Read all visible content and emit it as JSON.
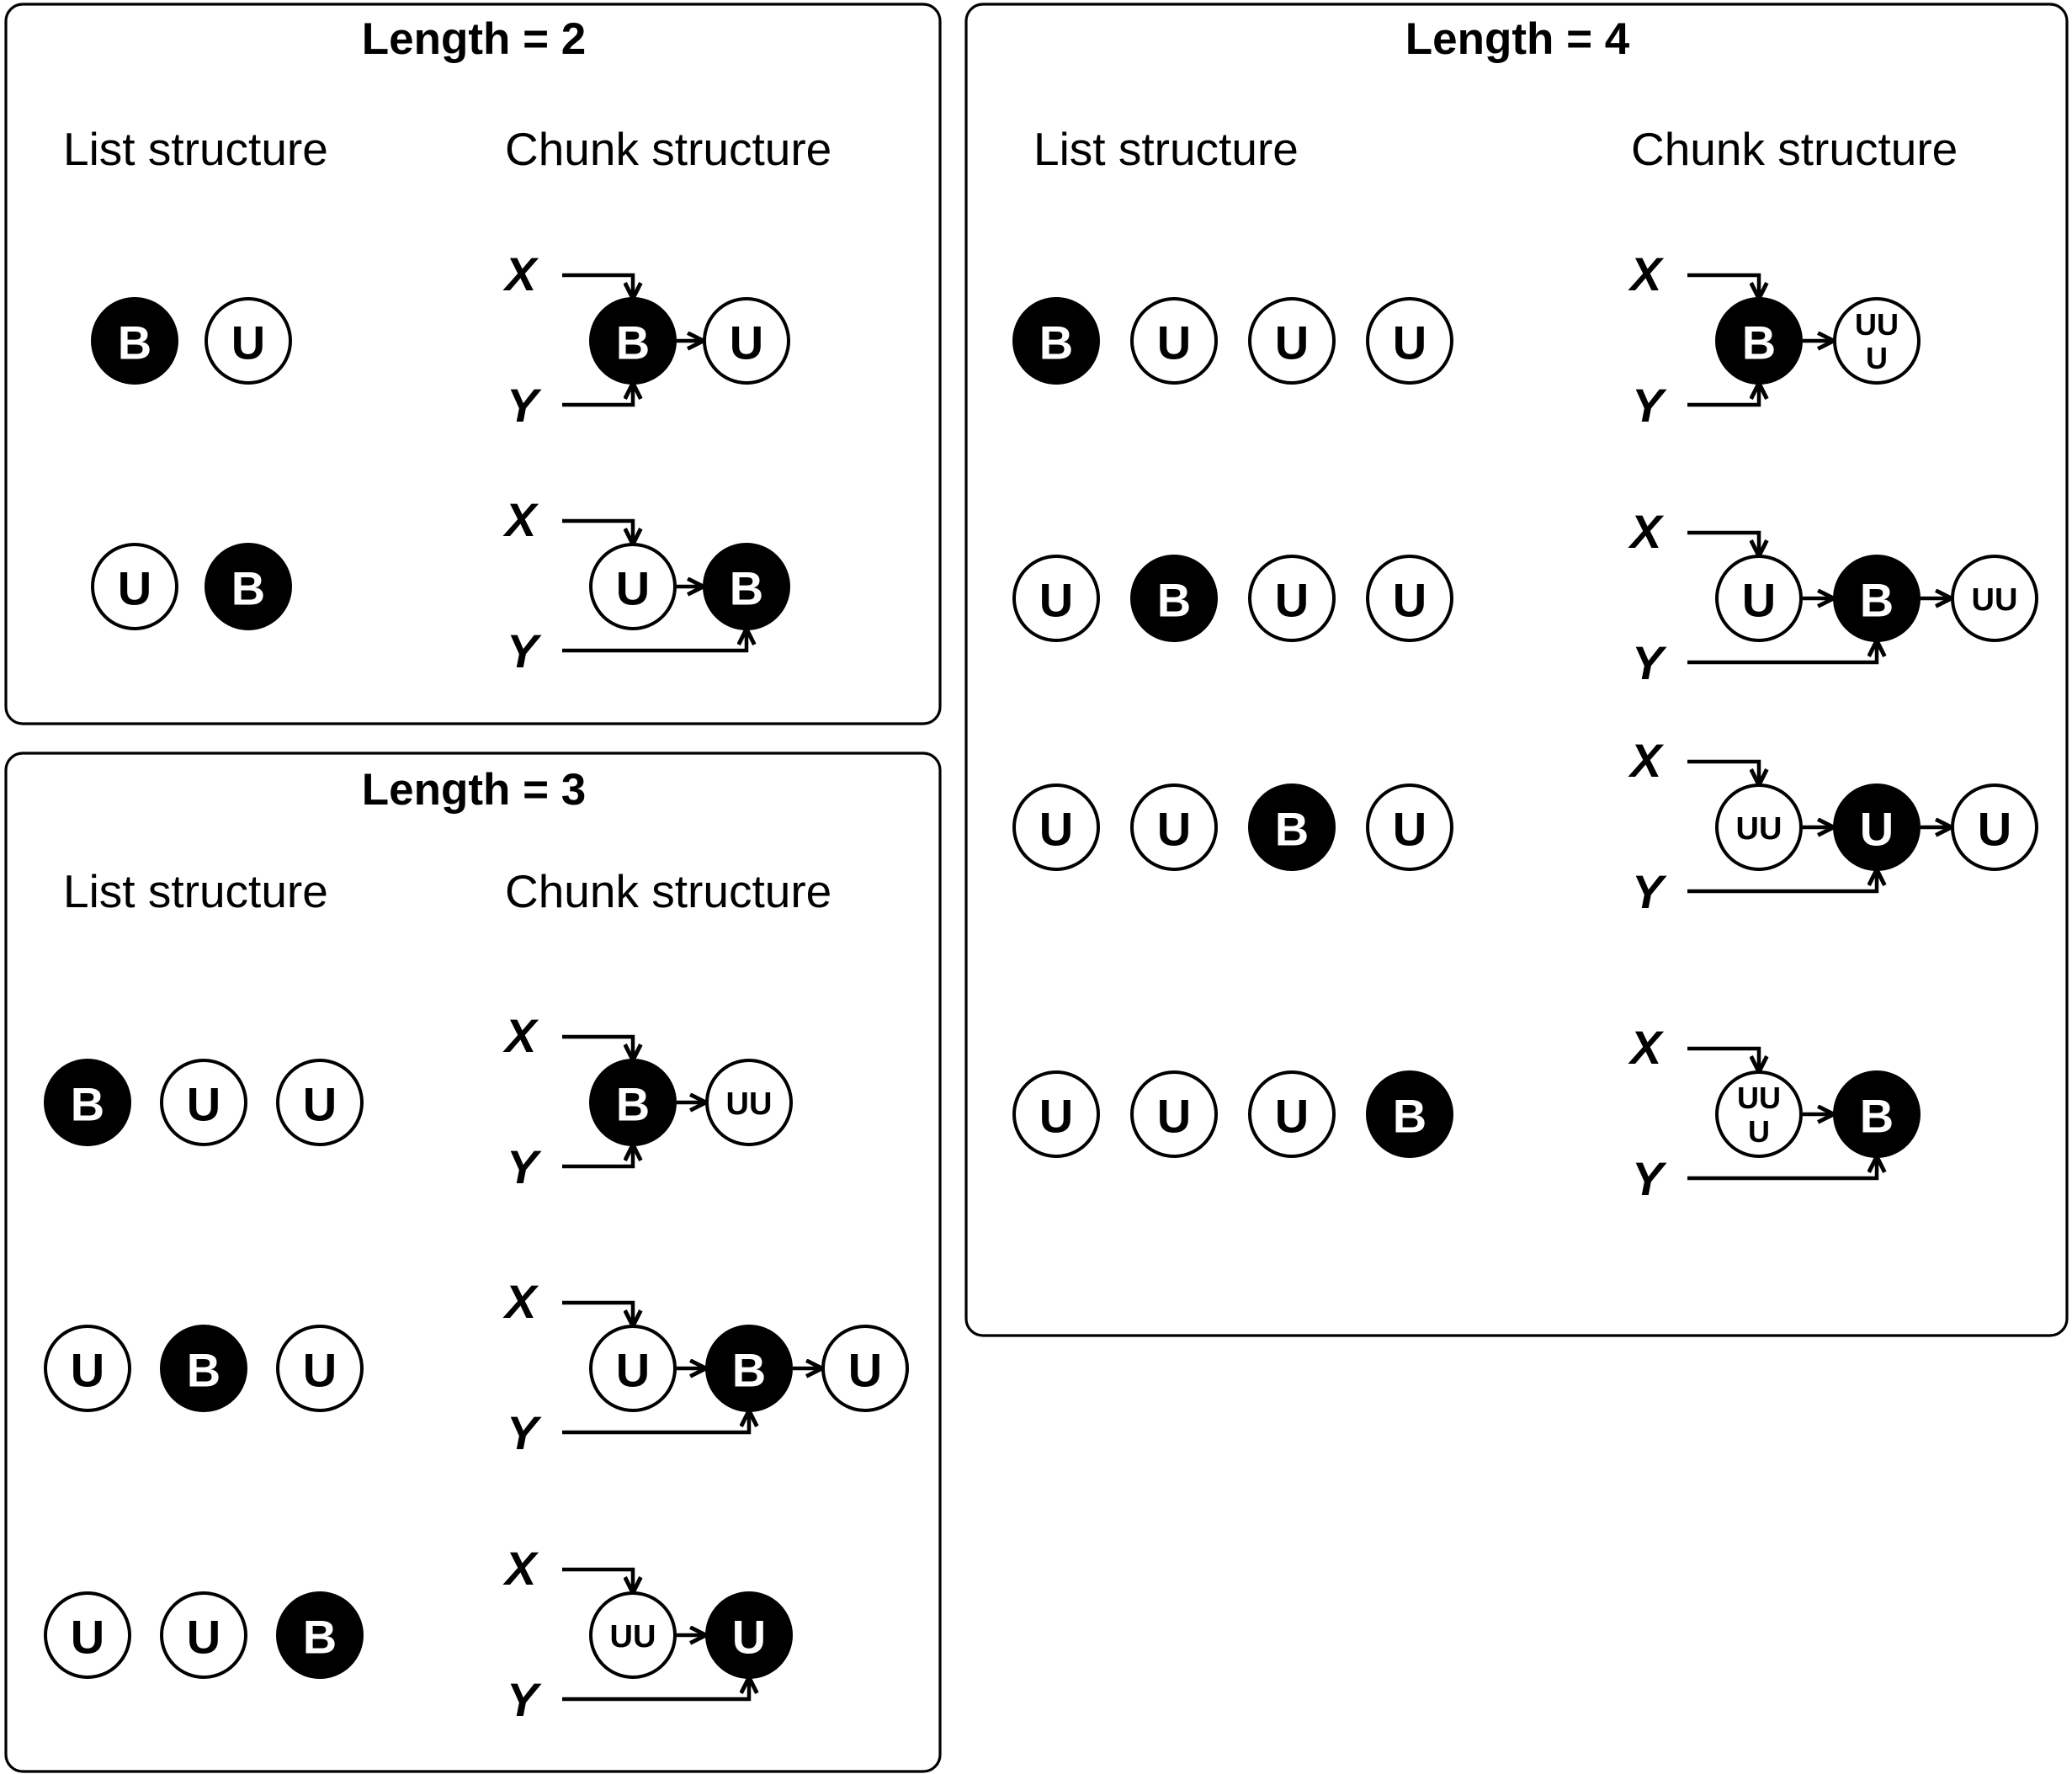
{
  "labels": {
    "list_structure": "List structure",
    "chunk_structure": "Chunk structure",
    "x": "X",
    "y": "Y"
  },
  "panels": [
    {
      "title": "Length = 2",
      "rows": [
        {
          "list": [
            "B",
            "U"
          ],
          "chunk": {
            "nodes": [
              {
                "t": "B",
                "type": "b"
              },
              {
                "t": "U",
                "type": "u"
              }
            ],
            "x_to": 0,
            "y_to": 0
          }
        },
        {
          "list": [
            "U",
            "B"
          ],
          "chunk": {
            "nodes": [
              {
                "t": "U",
                "type": "u"
              },
              {
                "t": "B",
                "type": "b"
              }
            ],
            "x_to": 0,
            "y_to": 1
          }
        }
      ]
    },
    {
      "title": "Length = 3",
      "rows": [
        {
          "list": [
            "B",
            "U",
            "U"
          ],
          "chunk": {
            "nodes": [
              {
                "t": "B",
                "type": "b"
              },
              {
                "t": "UU",
                "type": "u"
              }
            ],
            "x_to": 0,
            "y_to": 0
          }
        },
        {
          "list": [
            "U",
            "B",
            "U"
          ],
          "chunk": {
            "nodes": [
              {
                "t": "U",
                "type": "u"
              },
              {
                "t": "B",
                "type": "b"
              },
              {
                "t": "U",
                "type": "u"
              }
            ],
            "x_to": 0,
            "y_to": 1
          }
        },
        {
          "list": [
            "U",
            "U",
            "B"
          ],
          "chunk": {
            "nodes": [
              {
                "t": "UU",
                "type": "u"
              },
              {
                "t": "U",
                "type": "b"
              }
            ],
            "x_to": 0,
            "y_to": 1
          }
        }
      ]
    },
    {
      "title": "Length = 4",
      "rows": [
        {
          "list": [
            "B",
            "U",
            "U",
            "U"
          ],
          "chunk": {
            "nodes": [
              {
                "t": "B",
                "type": "b"
              },
              {
                "t": "UU U",
                "type": "u"
              }
            ],
            "x_to": 0,
            "y_to": 0
          }
        },
        {
          "list": [
            "U",
            "B",
            "U",
            "U"
          ],
          "chunk": {
            "nodes": [
              {
                "t": "U",
                "type": "u"
              },
              {
                "t": "B",
                "type": "b"
              },
              {
                "t": "UU",
                "type": "u"
              }
            ],
            "x_to": 0,
            "y_to": 1
          }
        },
        {
          "list": [
            "U",
            "U",
            "B",
            "U"
          ],
          "chunk": {
            "nodes": [
              {
                "t": "UU",
                "type": "u"
              },
              {
                "t": "U",
                "type": "b"
              },
              {
                "t": "U",
                "type": "u"
              }
            ],
            "x_to": 0,
            "y_to": 1
          }
        },
        {
          "list": [
            "U",
            "U",
            "U",
            "B"
          ],
          "chunk": {
            "nodes": [
              {
                "t": "UU U",
                "type": "u"
              },
              {
                "t": "B",
                "type": "b"
              }
            ],
            "x_to": 0,
            "y_to": 1
          }
        }
      ]
    }
  ]
}
